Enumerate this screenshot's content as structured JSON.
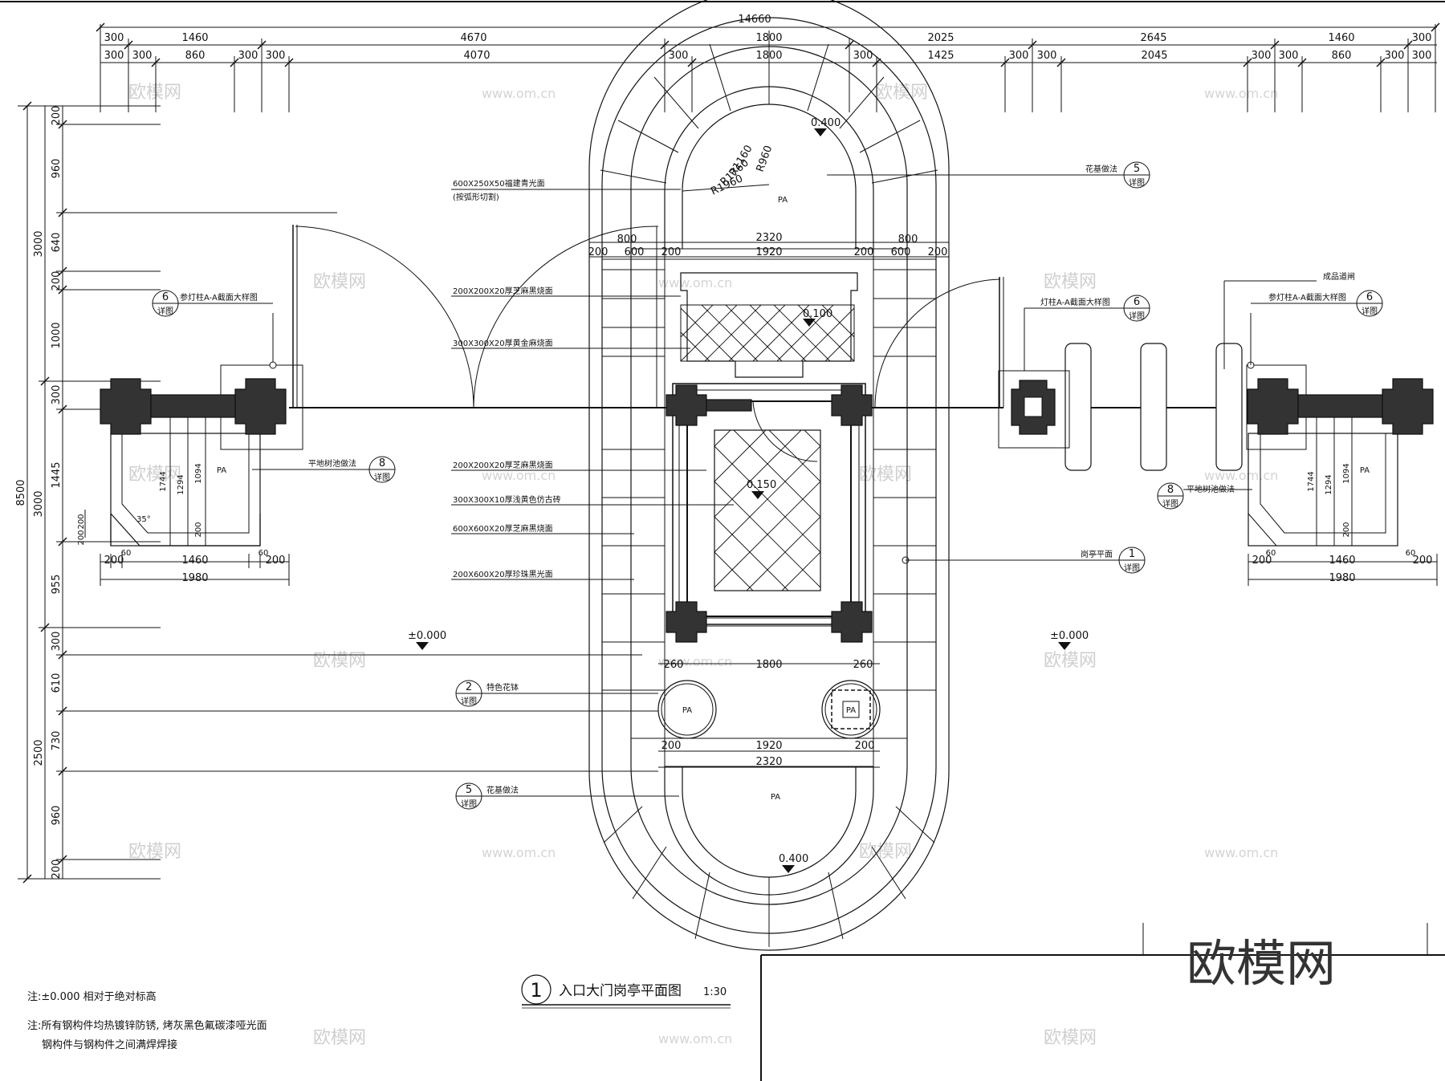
{
  "drawing_title": "入口大门岗亭平面图",
  "drawing_scale": "1:30",
  "drawing_number": "1",
  "logo_text": "欧模网",
  "watermarks": [
    "欧模网",
    "www.om.cn"
  ],
  "notes": [
    "注:±0.000  相对于绝对标高",
    "注:所有钢构件均热镀锌防锈, 烤灰黑色氟碳漆哑光面",
    "钢构件与钢构件之间满焊焊接"
  ],
  "top_dims": {
    "overall": "14660",
    "row1": [
      "300",
      "1460",
      "4670",
      "1800",
      "2025",
      "2645",
      "1460",
      "300"
    ],
    "row2": [
      "300",
      "300",
      "860",
      "300",
      "300",
      "4070",
      "300",
      "1800",
      "300",
      "1425",
      "300",
      "300",
      "2045",
      "300",
      "300",
      "860",
      "300",
      "300"
    ]
  },
  "left_dims": {
    "overall": "8500",
    "groups": [
      "3000",
      "3000",
      "2500"
    ],
    "parts": [
      "200",
      "960",
      "640",
      "200",
      "1000",
      "300",
      "1445",
      "955",
      "300",
      "610",
      "730",
      "960",
      "200"
    ]
  },
  "materials": [
    "600X250X50福建青光面",
    "(按弧形切割)",
    "200X200X20厚芝麻黑烧面",
    "300X300X20厚黄金麻烧面",
    "200X200X20厚芝麻黑烧面",
    "300X300X10厚浅黄色仿古砖",
    "600X600X20厚芝麻黑烧面",
    "200X600X20厚珍珠黑光面"
  ],
  "callouts": {
    "huaji_top": {
      "text": "花基做法",
      "num": "5"
    },
    "huaji_bottom": {
      "text": "花基做法",
      "num": "5"
    },
    "lamp_left": {
      "text": "参灯柱A-A截面大样图",
      "num": "6"
    },
    "lamp_mid": {
      "text": "灯柱A-A截面大样图",
      "num": "6"
    },
    "lamp_right": {
      "text": "参灯柱A-A截面大样图",
      "num": "6"
    },
    "tree_left": {
      "text": "平地树池做法",
      "num": "8"
    },
    "tree_right": {
      "text": "平地树池做法",
      "num": "8"
    },
    "kiosk": {
      "text": "岗亭平面",
      "num": "1"
    },
    "flowerpot": {
      "text": "特色花钵",
      "num": "2"
    },
    "barrier": {
      "text": "成品道闸"
    },
    "detail_sub": "详图"
  },
  "radii": [
    "R960",
    "R1160",
    "R1760",
    "R1960"
  ],
  "elevations": [
    "0.400",
    "0.100",
    "0.150",
    "±0.000",
    "±0.000",
    "0.400"
  ],
  "island_dims": {
    "top": [
      "800",
      "200",
      "600",
      "200",
      "2320",
      "1920",
      "800",
      "200",
      "600",
      "200"
    ],
    "mid": [
      "260",
      "1800",
      "260"
    ],
    "bottom": [
      "200",
      "1920",
      "200",
      "2320"
    ]
  },
  "pier_dims": {
    "vertical": [
      "1744",
      "1294",
      "1094",
      "200",
      "200",
      "200"
    ],
    "horizontal": [
      "200",
      "60",
      "1460",
      "60",
      "200",
      "1980"
    ],
    "angle": "35°"
  },
  "pa": "PA"
}
